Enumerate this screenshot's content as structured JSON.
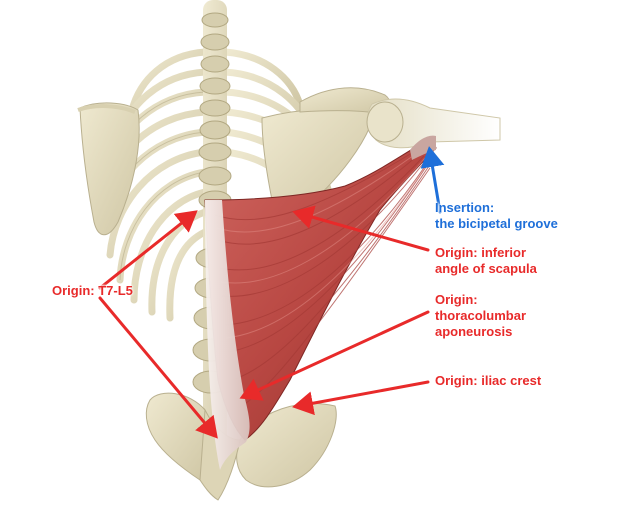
{
  "colors": {
    "origin_label": "#e82a2a",
    "insertion_label": "#1e6fd9",
    "bone": "#e7e1c6",
    "bone_shadow": "#b9b08f",
    "muscle": "#c0524c",
    "muscle_dark": "#8c2f2c",
    "tendon": "#efe6e2"
  },
  "labels": {
    "insertion": {
      "line1": "Insertion:",
      "line2": "the bicipetal groove"
    },
    "inferior_angle": {
      "line1": "Origin: inferior",
      "line2": "angle of scapula"
    },
    "thoracolumbar": {
      "line1": "Origin:",
      "line2": "thoracolumbar",
      "line3": "aponeurosis"
    },
    "iliac_crest": {
      "line1": "Origin: iliac crest"
    },
    "t7_l5": {
      "line1": "Origin: T7-L5"
    }
  }
}
